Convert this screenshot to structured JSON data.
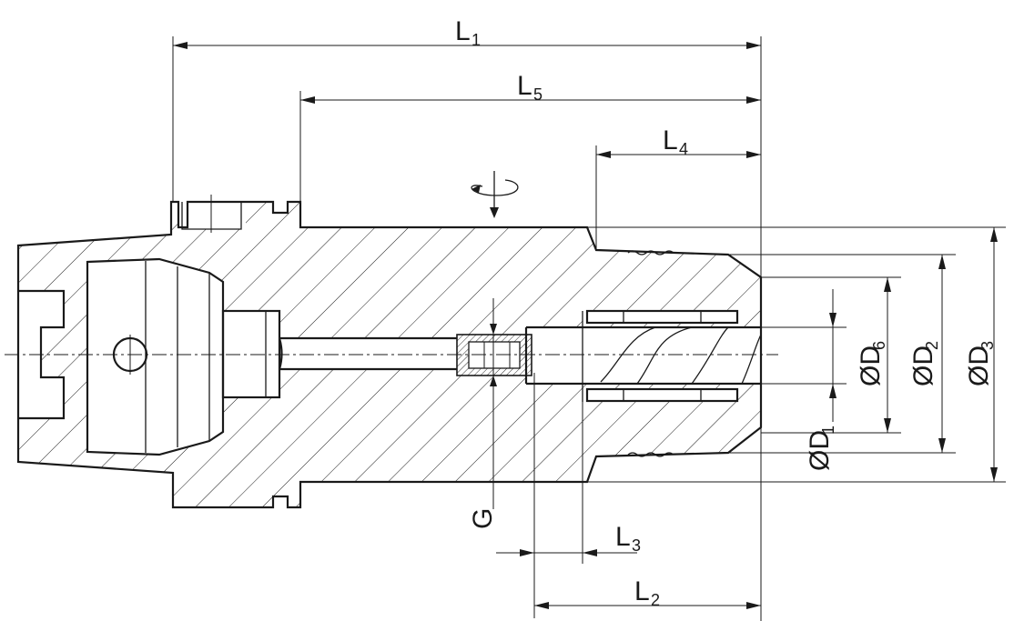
{
  "drawing": {
    "dimensions": {
      "L1": {
        "main": "L",
        "sub": "1"
      },
      "L2": {
        "main": "L",
        "sub": "2"
      },
      "L3": {
        "main": "L",
        "sub": "3"
      },
      "L4": {
        "main": "L",
        "sub": "4"
      },
      "L5": {
        "main": "L",
        "sub": "5"
      },
      "D1": {
        "main": "ØD",
        "sub": "1"
      },
      "D2": {
        "main": "ØD",
        "sub": "2"
      },
      "D3": {
        "main": "ØD",
        "sub": "3"
      },
      "D6": {
        "main": "ØD",
        "sub": "6"
      },
      "G": {
        "main": "G"
      }
    },
    "rotation_symbol": "rotation-arrow-icon",
    "line_color": "#1a1a1a",
    "background": "#ffffff"
  }
}
